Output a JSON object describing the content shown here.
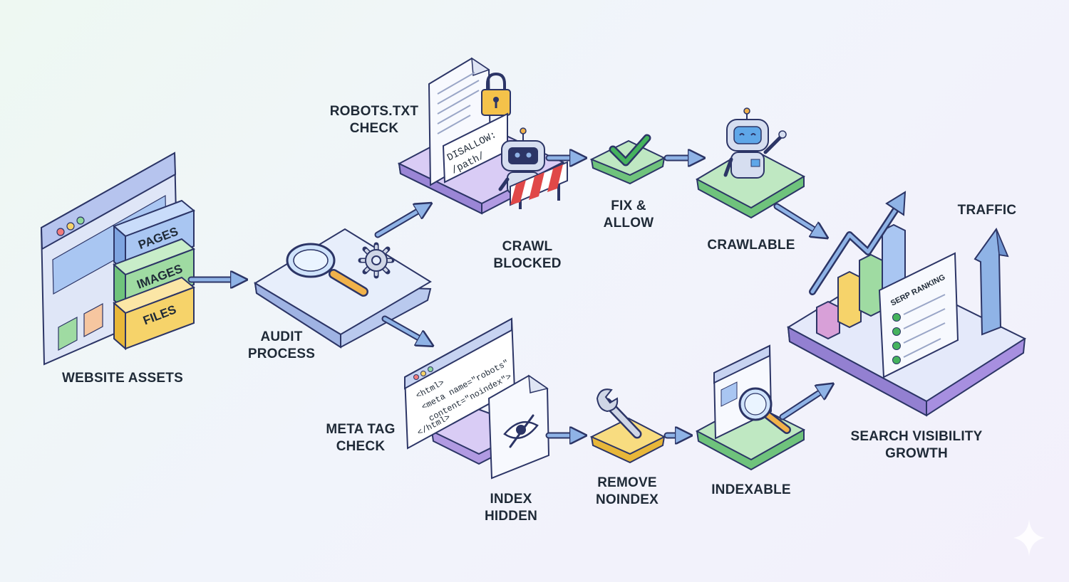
{
  "colors": {
    "outline": "#2c3566",
    "arrow": "#8fb3e6",
    "purple": "#c9bff0",
    "green": "#9fdba2",
    "yellow": "#f6d36a",
    "blue": "#a9c6f2",
    "red": "#e04848"
  },
  "website_assets": {
    "label": "WEBSITE ASSETS",
    "blocks": [
      "PAGES",
      "IMAGES",
      "FILES"
    ]
  },
  "audit": {
    "label_line1": "AUDIT",
    "label_line2": "PROCESS"
  },
  "robots": {
    "label_line1": "ROBOTS.TXT",
    "label_line2": "CHECK",
    "sign_line1": "DISALLOW:",
    "sign_line2": "/path/"
  },
  "crawl_blocked": {
    "label_line1": "CRAWL",
    "label_line2": "BLOCKED"
  },
  "fix_allow": {
    "label_line1": "FIX &",
    "label_line2": "ALLOW"
  },
  "crawlable": {
    "label": "CRAWLABLE"
  },
  "meta": {
    "label_line1": "META TAG",
    "label_line2": "CHECK",
    "code": [
      "<html>",
      "<meta name=\"robots\"",
      "content=\"noindex\">",
      "</html>"
    ]
  },
  "index_hidden": {
    "label_line1": "INDEX",
    "label_line2": "HIDDEN"
  },
  "remove_noindex": {
    "label_line1": "REMOVE",
    "label_line2": "NOINDEX"
  },
  "indexable": {
    "label": "INDEXABLE"
  },
  "result": {
    "label_line1": "SEARCH VISIBILITY",
    "label_line2": "GROWTH",
    "traffic_label": "TRAFFIC",
    "serp_label": "SERP RANKING"
  }
}
